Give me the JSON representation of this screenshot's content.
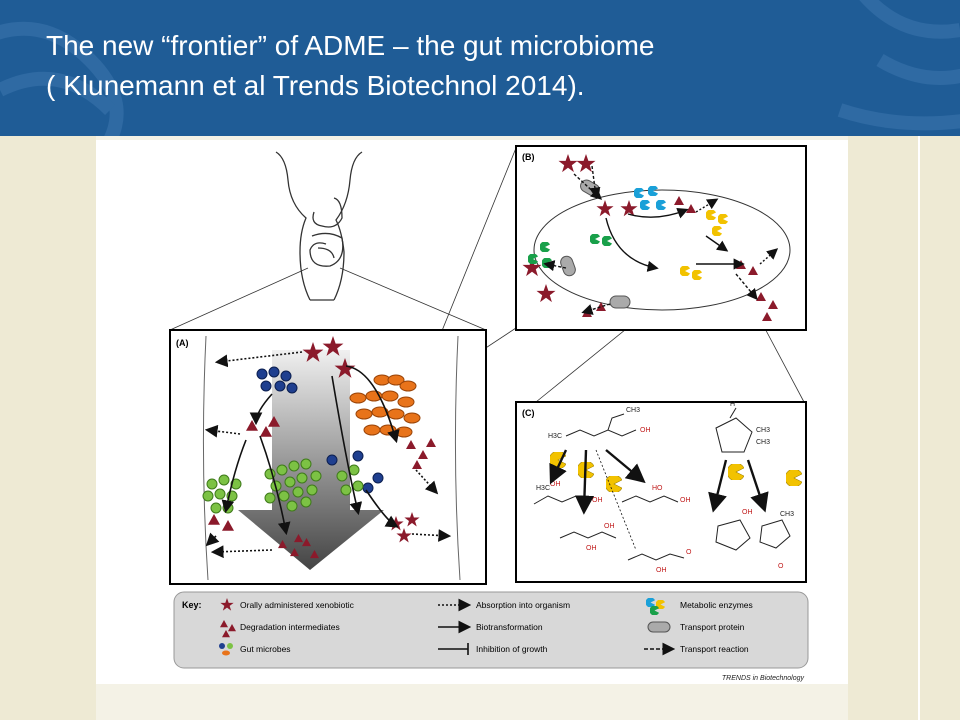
{
  "slide": {
    "title_line1": "The new “frontier” of ADME – the gut microbiome",
    "title_line2": "( Klunemann et al Trends Biotechnol  2014)."
  },
  "colors": {
    "header_bg": "#1f5c96",
    "xenobiotic": "#8b1a2b",
    "microbe_blue": "#1f3f8f",
    "microbe_orange": "#e8731a",
    "microbe_green": "#7cc244",
    "enzyme_yellow": "#f2c200",
    "enzyme_cyan": "#1aa0d8",
    "enzyme_green": "#19a04a"
  },
  "figure": {
    "panel_a_label": "(A)",
    "panel_b_label": "(B)",
    "panel_c_label": "(C)",
    "credit": "TRENDS in Biotechnology",
    "chem": {
      "ch3": "CH3",
      "h3c": "H3C",
      "oh": "OH",
      "ho": "HO",
      "h": "H",
      "o": "O"
    },
    "key": {
      "title": "Key:",
      "items": [
        {
          "label": "Orally administered xenobiotic",
          "icon": "star-icon"
        },
        {
          "label": "Degradation intermediates",
          "icon": "fragments-icon"
        },
        {
          "label": "Gut microbes",
          "icon": "microbes-icon"
        },
        {
          "label": "Absorption into organism",
          "icon": "dotted-arrow-icon"
        },
        {
          "label": "Biotransformation",
          "icon": "solid-arrow-icon"
        },
        {
          "label": "Inhibition of growth",
          "icon": "inhibition-icon"
        },
        {
          "label": "Metabolic enzymes",
          "icon": "pacman-icon"
        },
        {
          "label": "Transport protein",
          "icon": "capsule-icon"
        },
        {
          "label": "Transport reaction",
          "icon": "dashed-arrow-icon"
        }
      ]
    }
  }
}
